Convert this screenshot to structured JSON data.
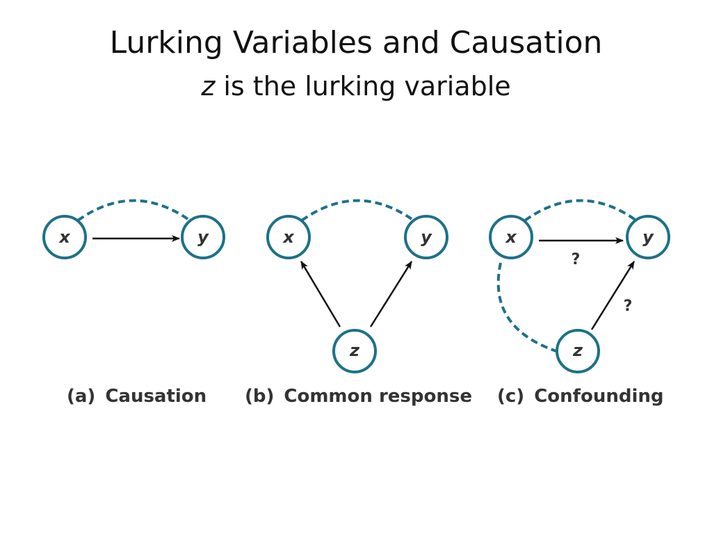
{
  "slide": {
    "title": "Lurking Variables and Causation",
    "subtitle_var": "z",
    "subtitle_rest": " is the lurking variable"
  },
  "colors": {
    "node_stroke": "#1d7189",
    "dashed": "#1d7189",
    "arrow": "#111111",
    "text": "#333333"
  },
  "panels": {
    "a": {
      "node_x": "x",
      "node_y": "y",
      "caption_letter": "(a)",
      "caption_text": "Causation"
    },
    "b": {
      "node_x": "x",
      "node_y": "y",
      "node_z": "z",
      "caption_letter": "(b)",
      "caption_text": "Common response"
    },
    "c": {
      "node_x": "x",
      "node_y": "y",
      "node_z": "z",
      "q_xy": "?",
      "q_zy": "?",
      "caption_letter": "(c)",
      "caption_text": "Confounding"
    }
  }
}
